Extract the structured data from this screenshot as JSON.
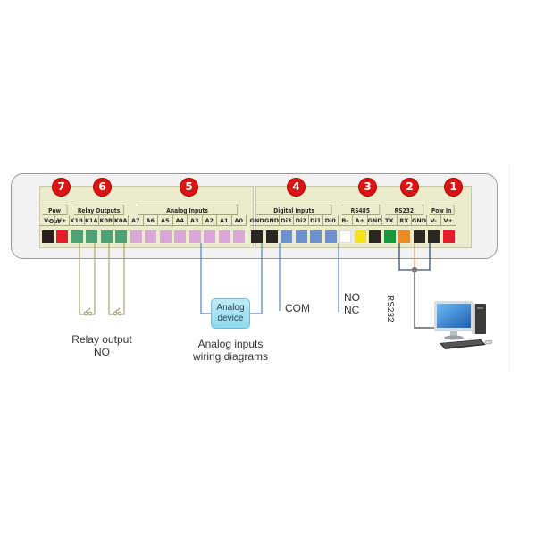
{
  "badges": [
    {
      "num": "7",
      "section": "pow-out"
    },
    {
      "num": "6",
      "section": "relay-outputs"
    },
    {
      "num": "5",
      "section": "analog-inputs"
    },
    {
      "num": "4",
      "section": "digital-inputs"
    },
    {
      "num": "3",
      "section": "rs485"
    },
    {
      "num": "2",
      "section": "rs232"
    },
    {
      "num": "1",
      "section": "pow-in"
    }
  ],
  "groups": [
    {
      "label": "Pow Out",
      "pins": [
        {
          "label": "V-",
          "color": "#2a1f1f"
        },
        {
          "label": "V+",
          "color": "#e01f2a"
        }
      ]
    },
    {
      "label": "Relay Outputs",
      "pins": [
        {
          "label": "K1B",
          "color": "#4da374"
        },
        {
          "label": "K1A",
          "color": "#4da374"
        },
        {
          "label": "K0B",
          "color": "#4da374"
        },
        {
          "label": "K0A",
          "color": "#4da374"
        }
      ]
    },
    {
      "label": "Analog Inputs",
      "pins": [
        {
          "label": "A7",
          "color": "#d9a8d6"
        },
        {
          "label": "A6",
          "color": "#d9a8d6"
        },
        {
          "label": "A5",
          "color": "#d9a8d6"
        },
        {
          "label": "A4",
          "color": "#d9a8d6"
        },
        {
          "label": "A3",
          "color": "#d9a8d6"
        },
        {
          "label": "A2",
          "color": "#d9a8d6"
        },
        {
          "label": "A1",
          "color": "#d9a8d6"
        },
        {
          "label": "A0",
          "color": "#d9a8d6"
        }
      ]
    },
    {
      "label": "Digital Inputs",
      "pins": [
        {
          "label": "GND",
          "color": "#2b2622"
        },
        {
          "label": "GND",
          "color": "#2b2622"
        },
        {
          "label": "Di3",
          "color": "#6e8fd0"
        },
        {
          "label": "Di2",
          "color": "#6e8fd0"
        },
        {
          "label": "Di1",
          "color": "#6e8fd0"
        },
        {
          "label": "Di0",
          "color": "#6e8fd0"
        }
      ]
    },
    {
      "label": "RS485",
      "pins": [
        {
          "label": "B-",
          "color": "#ffffff"
        },
        {
          "label": "A+",
          "color": "#f5e21a"
        },
        {
          "label": "GND",
          "color": "#2b2622"
        }
      ]
    },
    {
      "label": "RS232",
      "pins": [
        {
          "label": "TX",
          "color": "#129a3c"
        },
        {
          "label": "RX",
          "color": "#ee8a22"
        },
        {
          "label": "GND",
          "color": "#2b2622"
        }
      ]
    },
    {
      "label": "Pow In",
      "pins": [
        {
          "label": "V-",
          "color": "#2b2622"
        },
        {
          "label": "V+",
          "color": "#e01f2a"
        }
      ]
    }
  ],
  "annotations": {
    "relay_output_line1": "Relay output",
    "relay_output_line2": "NO",
    "analog_device_line1": "Analog",
    "analog_device_line2": "device",
    "analog_caption_line1": "Analog inputs",
    "analog_caption_line2": "wiring diagrams",
    "com": "COM",
    "no": "NO",
    "nc": "NC",
    "rs232": "RS232"
  },
  "icons": {
    "computer": "desktop-computer-icon",
    "relay_switch": "switch-open-icon"
  }
}
